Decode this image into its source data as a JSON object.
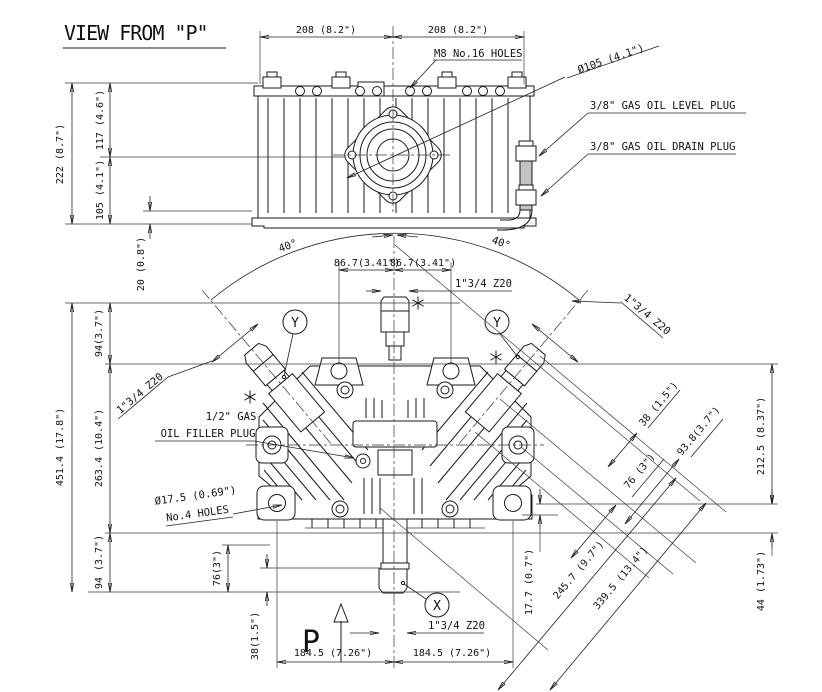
{
  "title": "VIEW FROM \"P\"",
  "top_view": {
    "dim_208_left": "208 (8.2\")",
    "dim_208_right": "208 (8.2\")",
    "label_m8_holes": "M8 No.16 HOLES",
    "label_dia105": "Ø105 (4.1\")",
    "label_level_plug": "3/8\" GAS OIL LEVEL PLUG",
    "label_drain_plug": "3/8\" GAS OIL DRAIN PLUG",
    "dim_222": "222 (8.7\")",
    "dim_117": "117 (4.6\")",
    "dim_105": "105 (4.1\")",
    "dim_20": "20 (0.8\")"
  },
  "main_view": {
    "angle_left": "40°",
    "angle_right": "40°",
    "dim_867_left": "86.7(3.41\")",
    "dim_867_right": "86.7(3.41\")",
    "spline_top": "1\"3/4 Z20",
    "spline_left": "1\"3/4 Z20",
    "spline_right": "1\"3/4 Z20",
    "spline_bottom": "1\"3/4 Z20",
    "label_filler_line1": "1/2\" GAS",
    "label_filler_line2": "OIL FILLER PLUG",
    "label_holes_line1": "Ø17.5 (0.69\")",
    "label_holes_line2": "No.4 HOLES",
    "marker_y": "Y",
    "marker_x": "X",
    "marker_p": "P",
    "asterisk_icon": "six-point-asterisk",
    "dim_94_top": "94(3.7\")",
    "dim_4514": "451.4 (17.8\")",
    "dim_2634": "263.4 (10.4\")",
    "dim_94_bottom": "94 (3.7\")",
    "dim_76_left": "76(3\")",
    "dim_38_left": "38(1.5\")",
    "dim_1845_left": "184.5 (7.26\")",
    "dim_1845_right": "184.5 (7.26\")",
    "dim_38_right": "38 (1.5\")",
    "dim_938": "93.8(3.7\")",
    "dim_76_right": "76 (3\")",
    "dim_2125": "212.5 (8.37\")",
    "dim_2457": "245.7 (9.7\")",
    "dim_3395": "339.5 (13.4\")",
    "dim_177": "17.7 (0.7\")",
    "dim_44": "44 (1.73\")"
  },
  "colors": {
    "line": "#1a1a1a",
    "background": "#ffffff"
  }
}
